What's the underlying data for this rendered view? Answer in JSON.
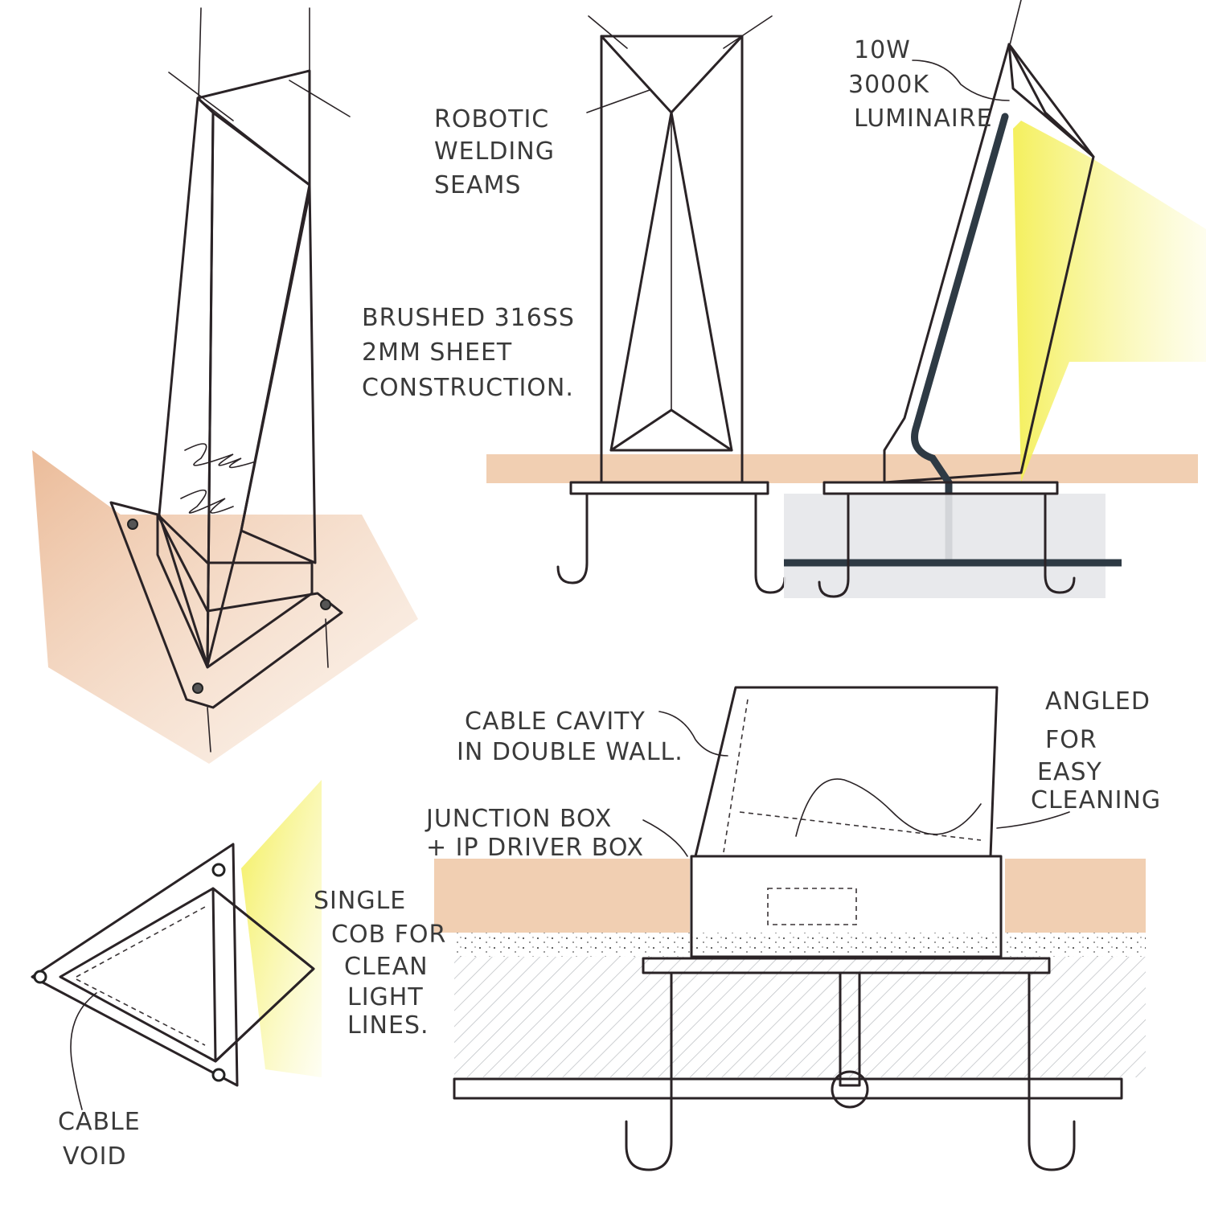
{
  "annotations": {
    "welding": [
      "ROBOTIC",
      "WELDING",
      "SEAMS"
    ],
    "material": [
      "BRUSHED 316SS",
      "2MM SHEET",
      "CONSTRUCTION."
    ],
    "luminaire": [
      "10W",
      "3000K",
      "LUMINAIRE"
    ],
    "cable_cavity": [
      "CABLE CAVITY",
      "IN DOUBLE WALL."
    ],
    "junction": [
      "JUNCTION BOX",
      "+ IP DRIVER BOX"
    ],
    "angled": [
      "ANGLED",
      "FOR",
      "EASY",
      "CLEANING"
    ],
    "cob": [
      "SINGLE",
      "COB FOR",
      "CLEAN",
      "LIGHT",
      "LINES."
    ],
    "cable_void": [
      "CABLE",
      "VOID"
    ]
  },
  "colors": {
    "steel": "#bcc1cb",
    "steel_light": "#dde0e6",
    "steel_dark": "#37424d",
    "timber": "#efc7a4",
    "light": "#f4f064",
    "ink": "#2a2326"
  }
}
